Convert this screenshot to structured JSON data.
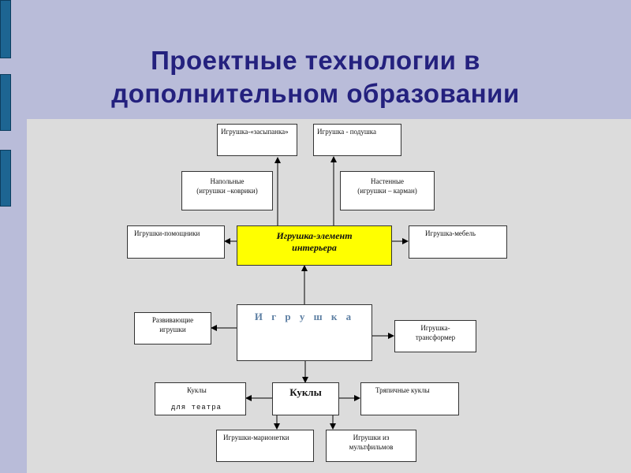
{
  "slide": {
    "title_line1": "Проектные технологии в",
    "title_line2": "дополнительном образовании"
  },
  "nodes": {
    "zasypanka": "Игрушка-«засыпанка»",
    "podushka": "Игрушка - подушка",
    "napolnye_l1": "Напольные",
    "napolnye_l2": "(игрушки –коврики)",
    "nastennye_l1": "Настенные",
    "nastennye_l2": "(игрушки – карман)",
    "pomoshchniki": "Игрушки-помощники",
    "element_l1": "Игрушка-элемент",
    "element_l2": "интерьера",
    "mebel": "Игрушка-мебель",
    "razvivayushchie_l1": "Развивающие",
    "razvivayushchie_l2": "игрушки",
    "igrushka": "И г р у ш к а",
    "transformer_l1": "Игрушка-",
    "transformer_l2": "трансформер",
    "kukly_teatr_l1": "Куклы",
    "kukly_teatr_l2": "для театра",
    "kukly": "Куклы",
    "tryapichnye": "Тряпичные куклы",
    "marionetki": "Игрушки-марионетки",
    "multfilmy_l1": "Игрушки из",
    "multfilmy_l2": "мультфильмов"
  },
  "colors": {
    "slide_bg": "#b9bcd9",
    "title": "#24217e",
    "panel_bg": "#dcdcdc",
    "highlight": "#ffff00",
    "main_text": "#5d7fa3",
    "side_tab": "#1d6592"
  }
}
